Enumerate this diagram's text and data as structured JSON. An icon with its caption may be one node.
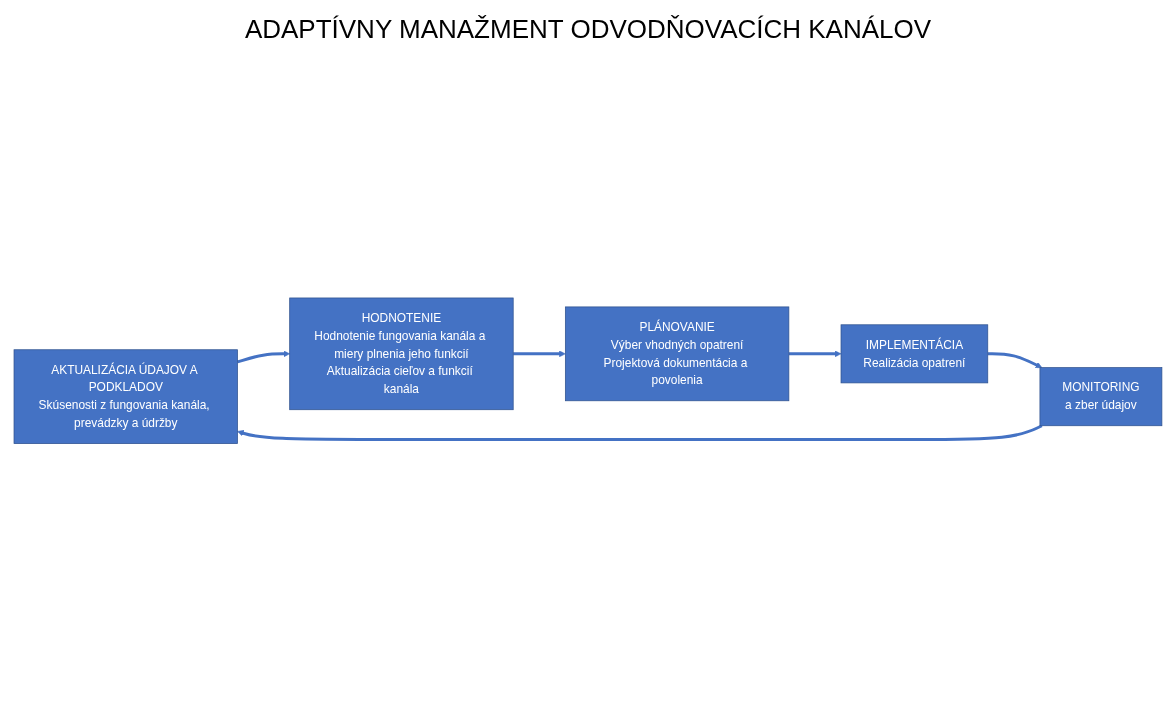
{
  "diagram": {
    "title": "ADAPTÍVNY MANAŽMENT ODVODŇOVACÍCH KANÁLOV",
    "nodes": [
      {
        "text": [
          "AKTUALIZÁCIA ÚDAJOV A PODKLADOV",
          "Skúsenosti z fungovania kanála, prevádzky a údržby"
        ]
      },
      {
        "text": [
          "HODNOTENIE",
          "Hodnotenie fungovania kanála a miery plnenia jeho funkcií",
          "Aktualizácia cieľov a funkcií kanála"
        ]
      },
      {
        "text": [
          "PLÁNOVANIE",
          "Výber vhodných opatrení",
          "Projektová dokumentácia a povolenia"
        ]
      },
      {
        "text": [
          "IMPLEMENTÁCIA",
          "Realizácia opatrení"
        ]
      },
      {
        "text": [
          "MONITORING",
          "a zber údajov"
        ]
      }
    ],
    "edges": [
      {
        "from": 0,
        "to": 1,
        "arrow": "to"
      },
      {
        "from": 1,
        "to": 2,
        "arrow": "to"
      },
      {
        "from": 2,
        "to": 3,
        "arrow": "to"
      },
      {
        "from": 3,
        "to": 4,
        "arrow": "to"
      },
      {
        "from": 4,
        "to": 0,
        "arrow": "to"
      }
    ]
  }
}
